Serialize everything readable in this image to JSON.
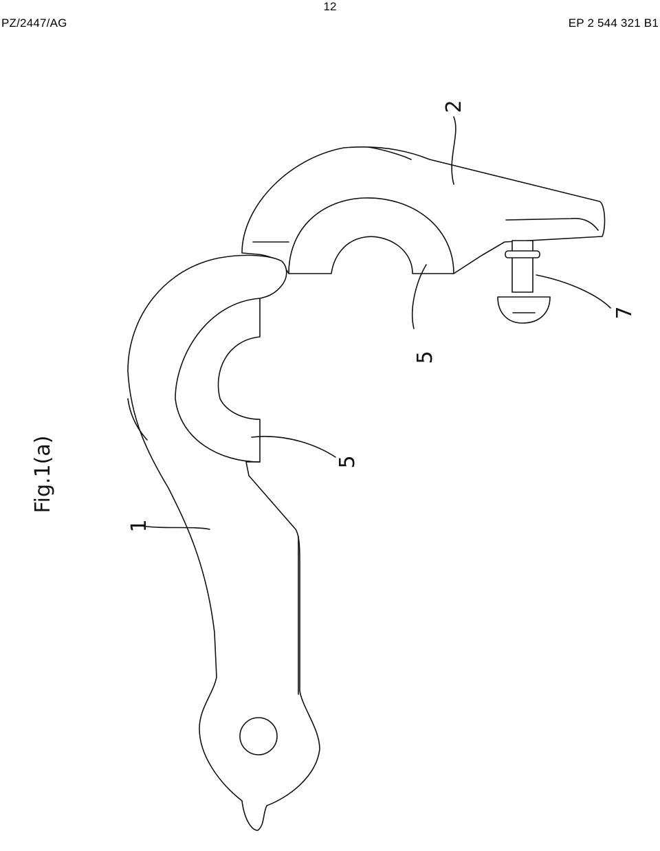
{
  "header": {
    "page_number": "12",
    "reference_left": "PZ/2447/AG",
    "reference_right": "EP 2 544 321 B1"
  },
  "figure": {
    "caption": "Fig.1(a)",
    "labels": {
      "part_1": "1",
      "part_2": "2",
      "part_5_upper": "5",
      "part_5_lower": "5",
      "part_7": "7"
    }
  }
}
